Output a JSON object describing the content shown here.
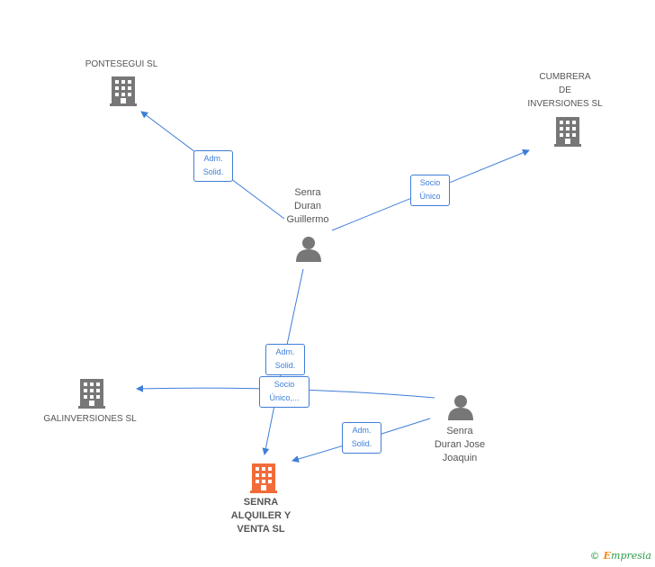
{
  "nodes": {
    "pontesegui": {
      "label": "PONTESEGUI SL",
      "type": "company"
    },
    "cumbrera": {
      "label": "CUMBRERA\nDE\nINVERSIONES SL",
      "type": "company"
    },
    "guillermo": {
      "label": "Senra\nDuran\nGuillermo",
      "type": "person"
    },
    "galinversiones": {
      "label": "GALINVERSIONES SL",
      "type": "company"
    },
    "jose_joaquin": {
      "label": "Senra\nDuran Jose\nJoaquin",
      "type": "person"
    },
    "senra_alquiler": {
      "label": "SENRA\nALQUILER Y\nVENTA SL",
      "type": "company-main"
    }
  },
  "edges": {
    "e1": {
      "label": "Adm.\nSolid.",
      "from": "guillermo",
      "to": "pontesegui"
    },
    "e2": {
      "label": "Socio\nÚnico",
      "from": "guillermo",
      "to": "cumbrera"
    },
    "e3": {
      "label": "Adm.\nSolid.",
      "from": "guillermo",
      "to": "senra_alquiler"
    },
    "e4": {
      "label": "Socio\nÚnico,...",
      "from": "jose_joaquin",
      "to": "galinversiones"
    },
    "e5": {
      "label": "Adm.\nSolid.",
      "from": "jose_joaquin",
      "to": "senra_alquiler"
    }
  },
  "colors": {
    "edge": "#3f7ed8",
    "company_icon": "#777777",
    "main_company_icon": "#f26b3a",
    "person_icon": "#777777"
  },
  "footer": {
    "copyright": "©",
    "brand_initial": "E",
    "brand_rest": "mpresia"
  }
}
